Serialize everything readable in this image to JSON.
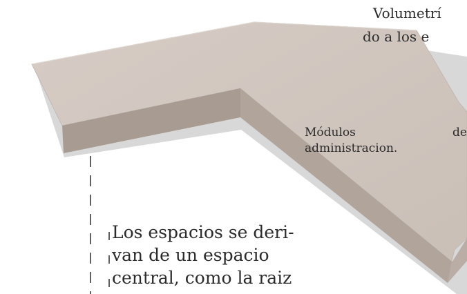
{
  "volumetry_note": {
    "line1": "Volumetrí",
    "line2": "do  a los e"
  },
  "admin_label": {
    "word1": "Módulos",
    "word2": "de",
    "line2": "administracion."
  },
  "spaces_note": {
    "line1": "Los espacios se deri-",
    "line2": "van de un espacio",
    "line3": "central, como la raiz"
  },
  "colors": {
    "slab_top": "#cfc4bc",
    "slab_side": "#a89b92",
    "slab_edge": "#b6aaa2",
    "text": "#2b2b2b"
  }
}
